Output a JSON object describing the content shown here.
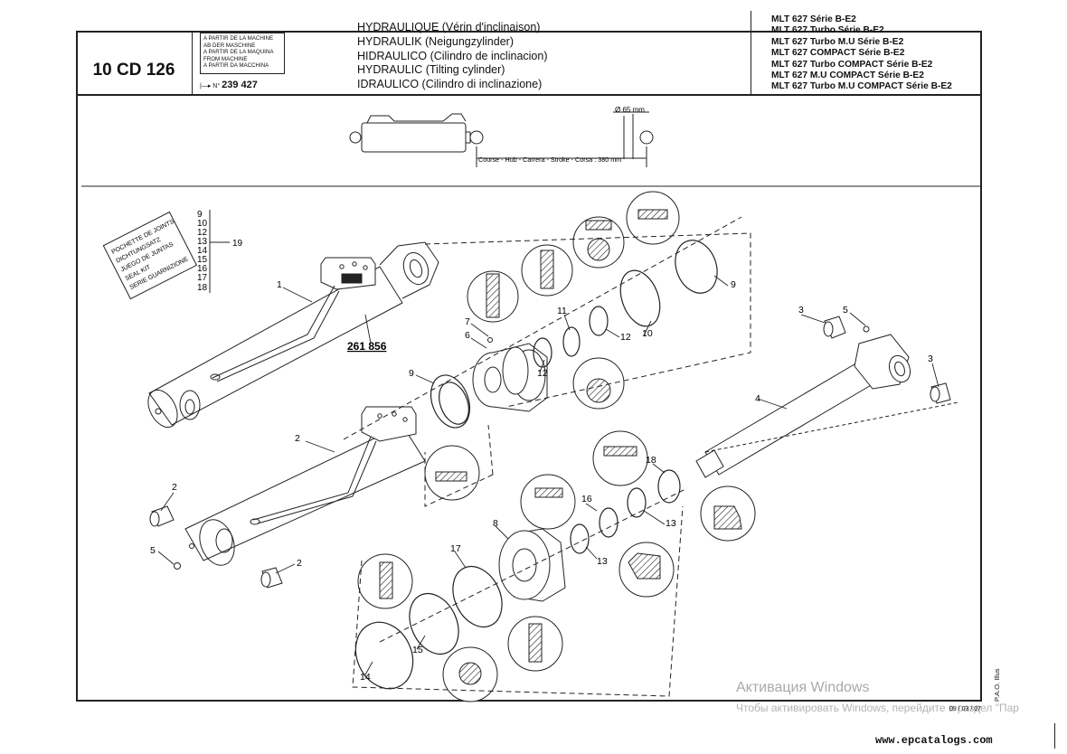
{
  "header": {
    "page_code": "10 CD 126",
    "from_machine_lines": [
      "A PARTIR DE LA MACHINE",
      "AB DER MASCHINE",
      "A PARTIR DE LA MAQUINA",
      "FROM MACHINE",
      "A PARTIR DA MACCHINA"
    ],
    "serial_prefix": "|—▸ N°",
    "serial_number": "239 427",
    "titles": [
      "HYDRAULIQUE (Vérin d'inclinaison)",
      "HYDRAULIK (Neigungzylinder)",
      "HIDRAULICO (Cilindro de inclinacion)",
      "HYDRAULIC (Tilting cylinder)",
      "IDRAULICO (Cilindro di inclinazione)"
    ],
    "models": [
      "MLT 627 Série B-E2",
      "MLT 627 Turbo Série B-E2",
      "MLT 627 Turbo M.U Série B-E2",
      "MLT 627 COMPACT Série B-E2",
      "MLT 627 Turbo COMPACT Série B-E2",
      "MLT 627 M.U COMPACT Série B-E2",
      "MLT 627 Turbo M.U COMPACT Série B-E2"
    ]
  },
  "overview": {
    "diameter": "Ø 65 mm",
    "stroke": "Course - Hub - Carrera - Stroke - Corsa : 380 mm"
  },
  "seal_kit": {
    "label_lines": [
      "POCHETTE DE JOINTS",
      "DICHTUNGSATZ",
      "JUEGO DE JUNTAS",
      "SEAL KIT",
      "SERIE GUARNIZIONE"
    ],
    "items": [
      "9",
      "10",
      "12",
      "13",
      "14",
      "15",
      "16",
      "17",
      "18"
    ],
    "kit_ref": "19"
  },
  "callouts": {
    "c1": "1",
    "c2a": "2",
    "c2b": "2",
    "c2c": "2",
    "c3a": "3",
    "c3b": "3",
    "c4": "4",
    "c5a": "5",
    "c5b": "5",
    "c6": "6",
    "c7": "7",
    "c8": "8",
    "c9a": "9",
    "c9b": "9",
    "c10": "10",
    "c11": "11",
    "c12a": "12",
    "c12b": "12",
    "c13a": "13",
    "c13b": "13",
    "c14": "14",
    "c15": "15",
    "c16": "16",
    "c17": "17",
    "c18": "18",
    "part_ref": "261 856"
  },
  "footer": {
    "watermark_title": "Активация Windows",
    "watermark_sub": "Чтобы активировать Windows, перейдите в раздел \"Пар",
    "date": "09 / 03 / 07",
    "illus": "P.A.O. Illus",
    "website": "www.epcatalogs.com"
  }
}
